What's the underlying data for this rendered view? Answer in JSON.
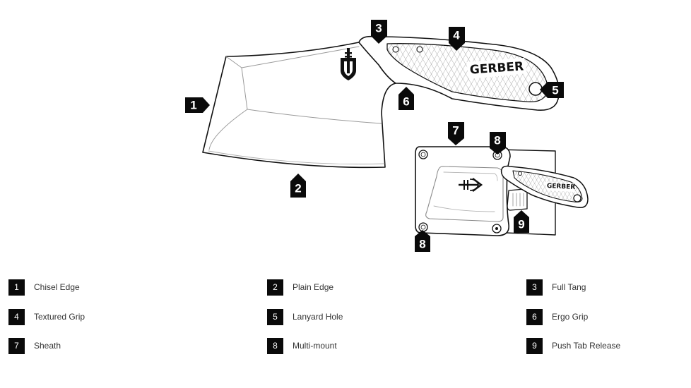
{
  "brand": {
    "cleaver_logo_text": "GERBER",
    "sheath_logo_text": "GERBER"
  },
  "callouts": [
    "1",
    "2",
    "3",
    "4",
    "5",
    "6",
    "7",
    "8",
    "8",
    "9"
  ],
  "legend": [
    {
      "number": "1",
      "label": "Chisel Edge"
    },
    {
      "number": "2",
      "label": "Plain Edge"
    },
    {
      "number": "3",
      "label": "Full Tang"
    },
    {
      "number": "4",
      "label": "Textured Grip"
    },
    {
      "number": "5",
      "label": "Lanyard Hole"
    },
    {
      "number": "6",
      "label": "Ergo Grip"
    },
    {
      "number": "7",
      "label": "Sheath"
    },
    {
      "number": "8",
      "label": "Multi-mount"
    },
    {
      "number": "9",
      "label": "Push Tab Release"
    }
  ],
  "colors": {
    "ink": "#111111",
    "badge": "#0a0a0a",
    "label": "#333333",
    "background": "#ffffff"
  }
}
